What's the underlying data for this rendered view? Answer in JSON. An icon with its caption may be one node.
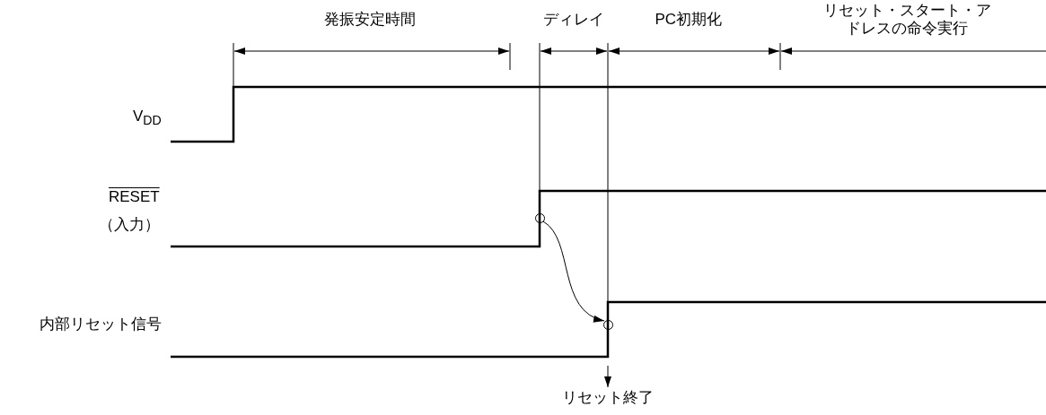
{
  "diagram": {
    "nodes": [
      {
        "text": [],
        "shape": "circle"
      },
      {
        "text": [],
        "shape": "circle"
      },
      {
        "text": [
          "リセット終了"
        ]
      }
    ],
    "edges": [
      {
        "from": 0,
        "to": 1,
        "arrow": "to"
      },
      {
        "from": null,
        "to": 2,
        "arrow": "to"
      }
    ],
    "labels": [
      "発振安定時間",
      "ディレイ",
      "PC初期化",
      "リセット・スタート・アドレスの命令実行",
      "V$_{DD}$",
      "RESET",
      "（入力）",
      "内部リセット信号"
    ]
  }
}
